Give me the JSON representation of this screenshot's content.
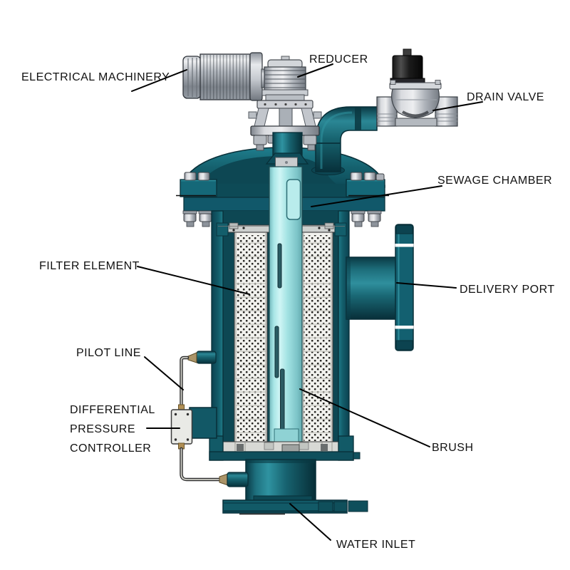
{
  "diagram": {
    "labels": {
      "electrical_machinery": "ELECTRICAL MACHINERY",
      "reducer": "REDUCER",
      "drain_valve": "DRAIN VALVE",
      "sewage_chamber": "SEWAGE CHAMBER",
      "filter_element": "FILTER ELEMENT",
      "delivery_port": "DELIVERY PORT",
      "pilot_line": "PILOT LINE",
      "differential_pressure_controller": [
        "DIFFERENTIAL",
        "PRESSURE",
        "CONTROLLER"
      ],
      "brush": "BRUSH",
      "water_inlet": "WATER INLET"
    },
    "colors": {
      "background": "#ffffff",
      "vessel_teal": "#16616e",
      "vessel_dark_edge": "#082f38",
      "interior_teal": "#0d4753",
      "shaft_cyan": "#a7e6e6",
      "filter_screen": "#f2f2ee",
      "metal_gray": "#c6cad1",
      "solenoid_black": "#1c1c1c",
      "brass_fitting": "#b08f55",
      "label_text": "#111111",
      "leader_line": "#000000"
    }
  }
}
